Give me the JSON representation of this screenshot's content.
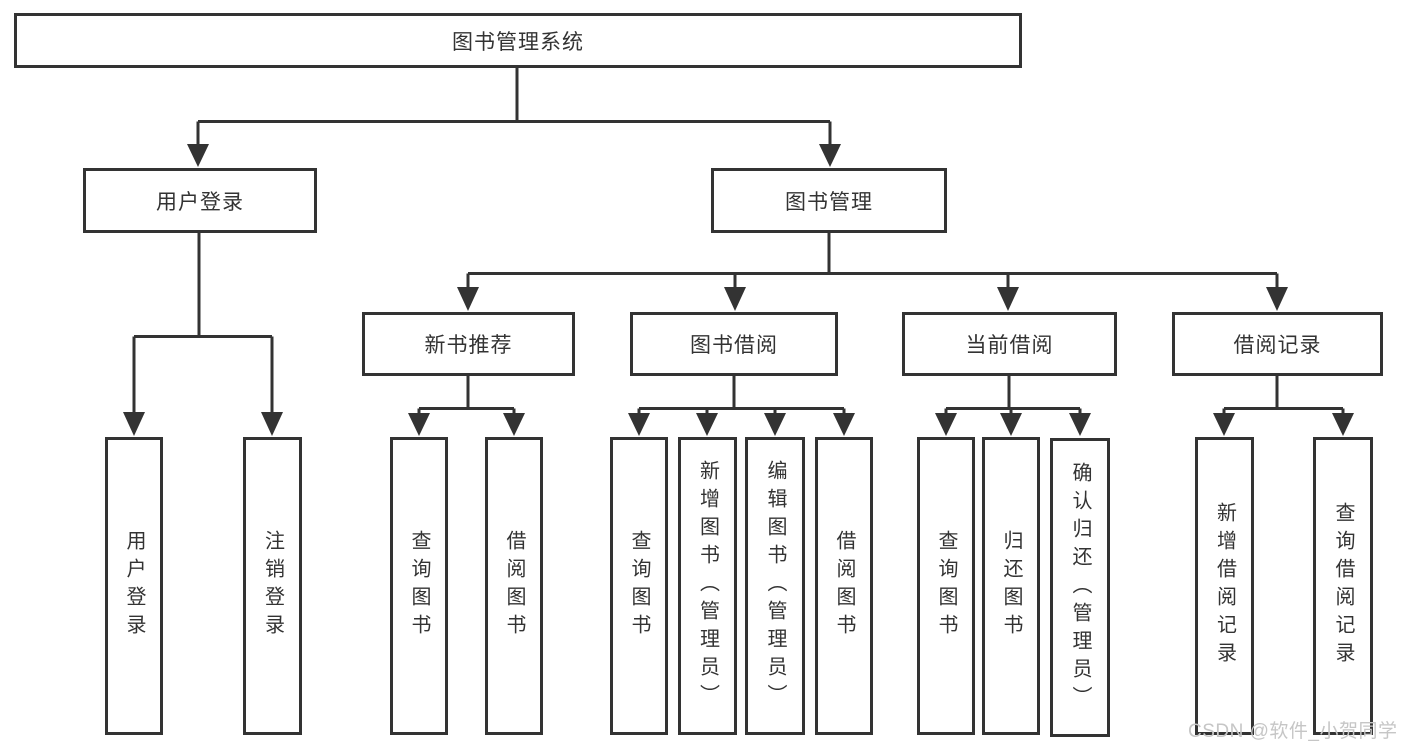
{
  "tree": {
    "title": "图书管理系统",
    "children": [
      {
        "label": "用户登录",
        "children": [
          {
            "label": "用户登录"
          },
          {
            "label": "注销登录"
          }
        ]
      },
      {
        "label": "图书管理",
        "children": [
          {
            "label": "新书推荐",
            "children": [
              {
                "label": "查询图书"
              },
              {
                "label": "借阅图书"
              }
            ]
          },
          {
            "label": "图书借阅",
            "children": [
              {
                "label": "查询图书"
              },
              {
                "label": "新增图书（管理员）"
              },
              {
                "label": "编辑图书（管理员）"
              },
              {
                "label": "借阅图书"
              }
            ]
          },
          {
            "label": "当前借阅",
            "children": [
              {
                "label": "查询图书"
              },
              {
                "label": "归还图书"
              },
              {
                "label": "确认归还（管理员）"
              }
            ]
          },
          {
            "label": "借阅记录",
            "children": [
              {
                "label": "新增借阅记录"
              },
              {
                "label": "查询借阅记录"
              }
            ]
          }
        ]
      }
    ]
  },
  "watermark": {
    "text": "CSDN @软件_小贺同学"
  },
  "colors": {
    "line": "#333333",
    "text": "#333333",
    "watermark": "#c6c6c6",
    "background": "#ffffff"
  }
}
